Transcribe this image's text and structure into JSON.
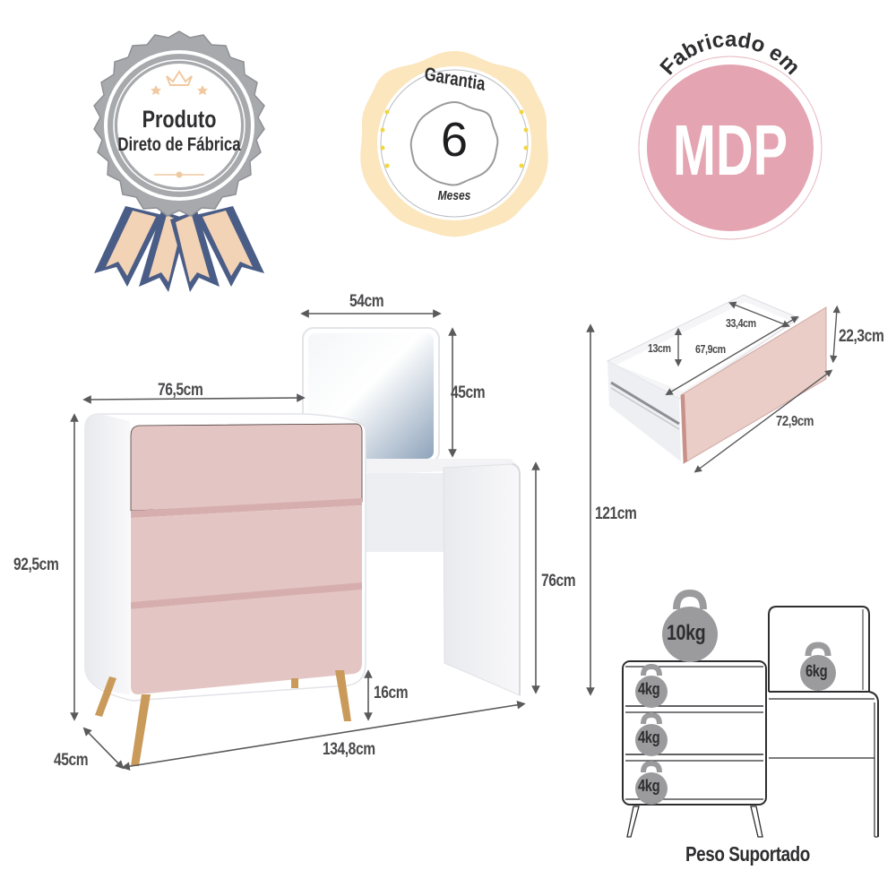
{
  "badges": {
    "factory": {
      "line1": "Produto",
      "line2": "Direto de Fábrica",
      "colors": {
        "ring": "#a7a9ad",
        "ribbon_blue": "#4a5d86",
        "ribbon_peach": "#f3d3b6",
        "accent": "#f0c9a0"
      }
    },
    "warranty": {
      "top": "Garantia",
      "number": "6",
      "bottom": "Meses",
      "colors": {
        "outer": "#fbe6bd",
        "stars": "#f3d640"
      }
    },
    "material": {
      "arc_text": "Fabricado em",
      "label": "MDP",
      "colors": {
        "circle": "#e4a4b1",
        "text": "#ffffff"
      }
    }
  },
  "product": {
    "colors": {
      "drawer_front": "#e3c6c4",
      "body": "#ffffff",
      "legs": "#c99a5a",
      "dimension_line": "#5a5a5c"
    },
    "dimensions": {
      "mirror_width": "54cm",
      "mirror_height": "45cm",
      "dresser_width": "76,5cm",
      "dresser_height": "92,5cm",
      "desk_height": "76cm",
      "leg_height": "16cm",
      "depth": "45cm",
      "total_width": "134,8cm",
      "total_height": "121cm"
    }
  },
  "drawer_detail": {
    "inner_depth": "33,4cm",
    "inner_height": "13cm",
    "inner_length": "67,9cm",
    "front_height": "22,3cm",
    "front_width": "72,9cm"
  },
  "weight_capacity": {
    "title": "Peso Suportado",
    "top": "10kg",
    "drawers": [
      "4kg",
      "4kg",
      "4kg"
    ],
    "desk": "6kg"
  }
}
